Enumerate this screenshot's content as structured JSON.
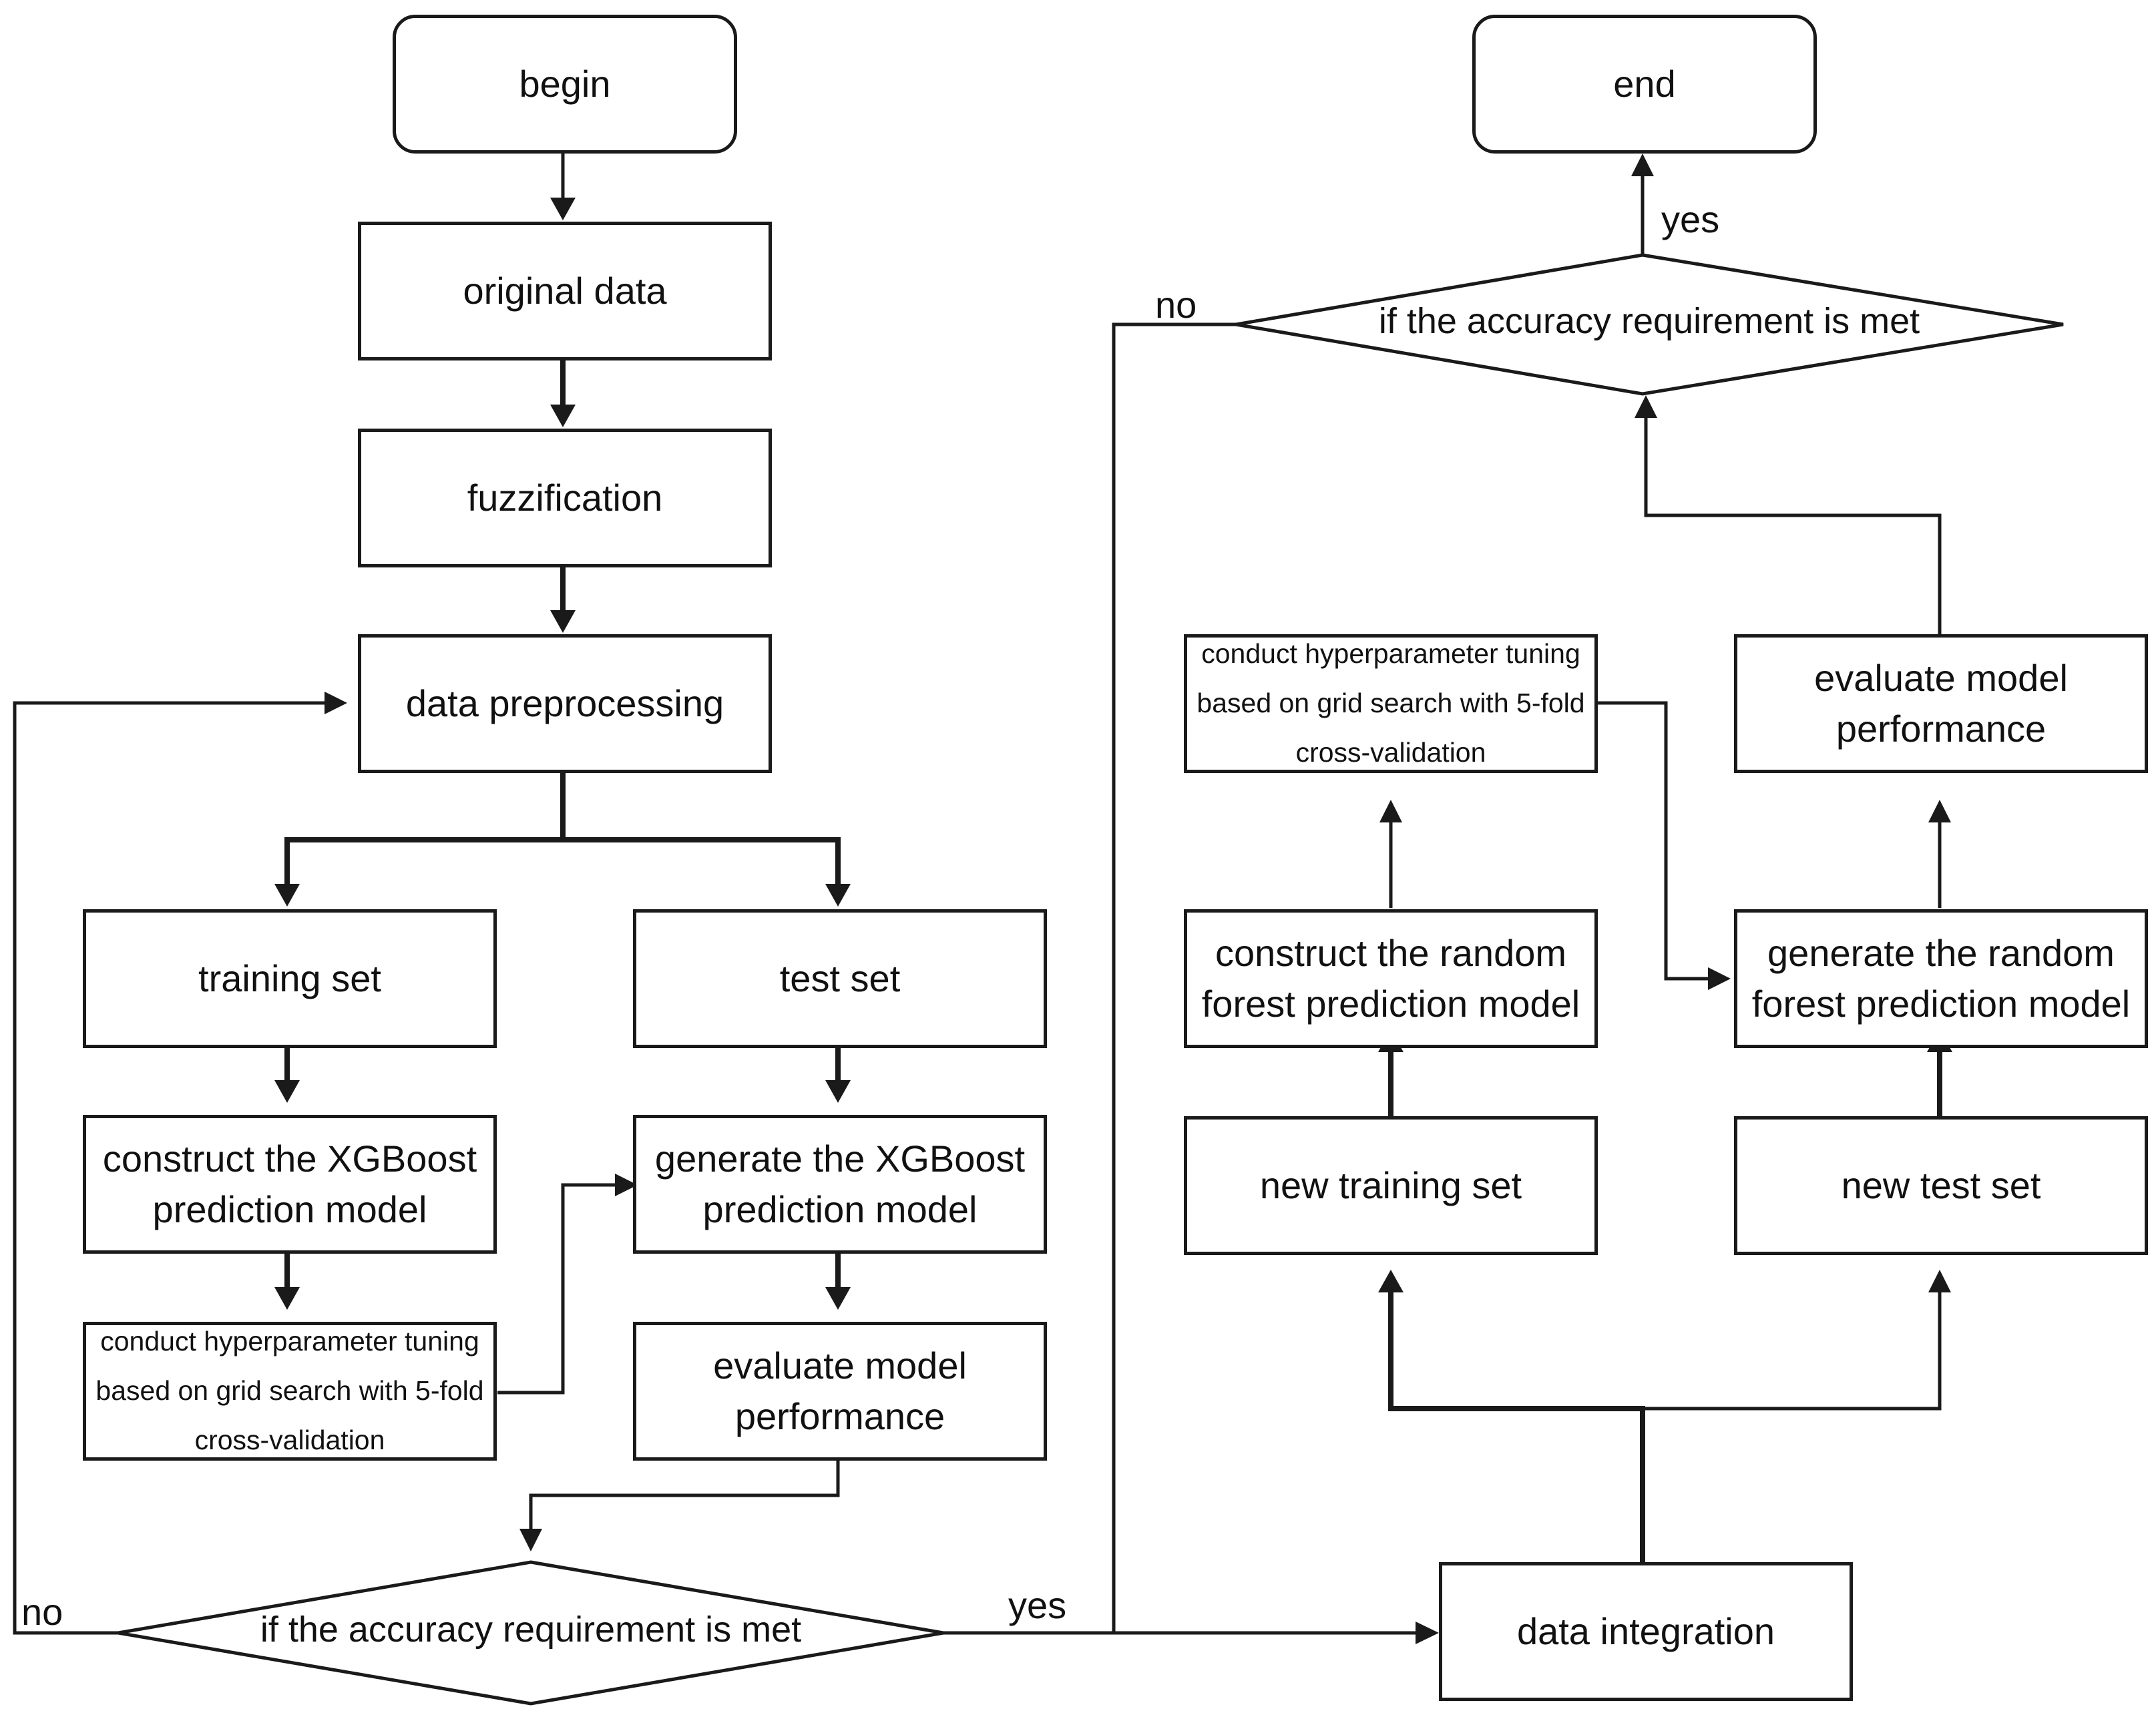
{
  "nodes": {
    "begin": "begin",
    "original_data": "original data",
    "fuzzification": "fuzzification",
    "data_preprocessing": "data preprocessing",
    "training_set": "training set",
    "test_set": "test set",
    "construct_xgb": "construct the XGBoost prediction model",
    "generate_xgb": "generate the XGBoost prediction model",
    "tuning_left": "conduct hyperparameter tuning based on grid search with 5-fold cross-validation",
    "evaluate_left": "evaluate model performance",
    "decision_bottom": "if the accuracy requirement is met",
    "data_integration": "data integration",
    "new_training_set": "new training set",
    "new_test_set": "new test set",
    "construct_rf": "construct the random forest prediction model",
    "generate_rf": "generate the random forest prediction model",
    "tuning_right": "conduct hyperparameter tuning based on grid search with 5-fold cross-validation",
    "evaluate_right": "evaluate model performance",
    "decision_top": "if the accuracy requirement is met",
    "end": "end"
  },
  "edge_labels": {
    "bottom_no": "no",
    "bottom_yes": "yes",
    "top_no": "no",
    "top_yes": "yes"
  },
  "colors": {
    "stroke": "#1a1a1a",
    "text": "#111111",
    "background": "#ffffff"
  }
}
